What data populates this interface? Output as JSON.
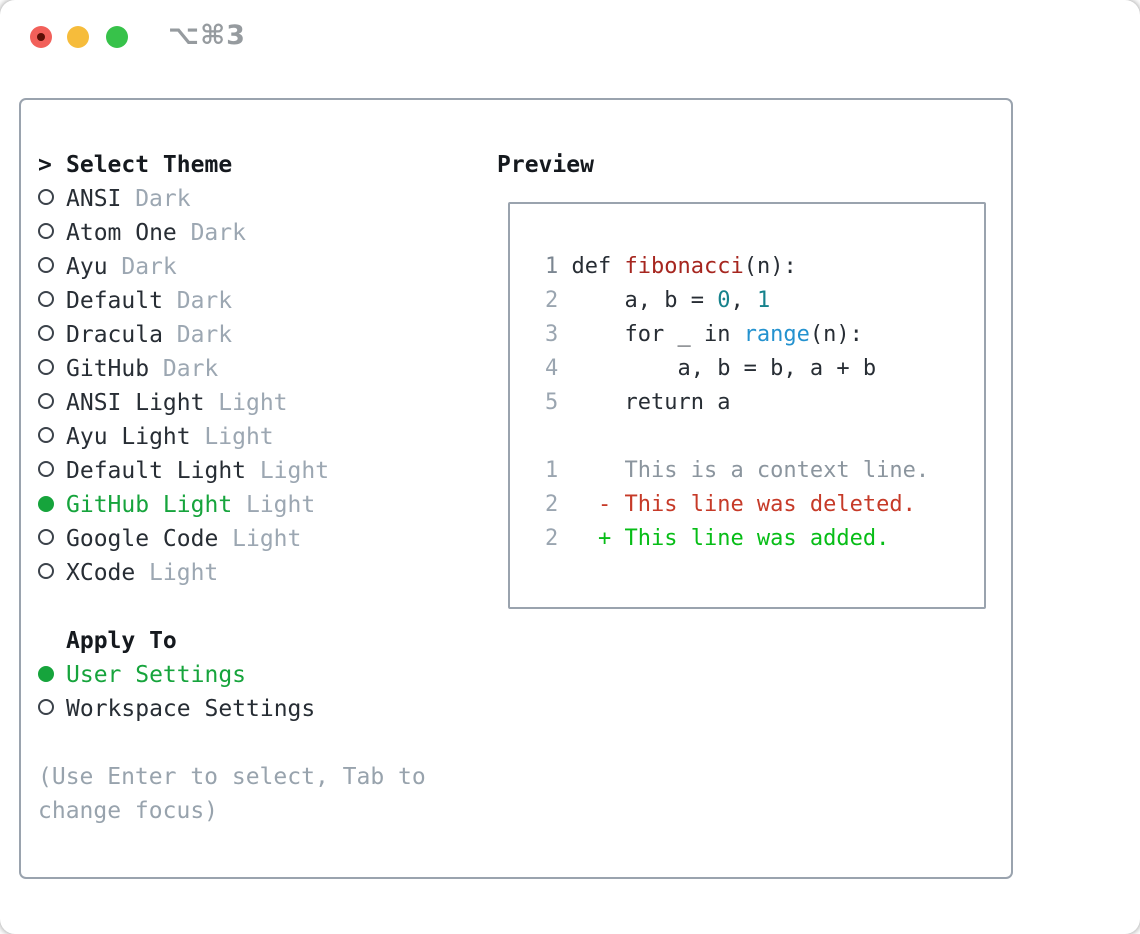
{
  "window": {
    "title": "⌥⌘3",
    "traffic_lights": {
      "close": "close",
      "minimize": "minimize",
      "zoom": "zoom"
    }
  },
  "theme_picker": {
    "prompt": ">",
    "heading": "Select Theme",
    "items": [
      {
        "name": "ANSI",
        "tag": "Dark",
        "selected": false
      },
      {
        "name": "Atom One",
        "tag": "Dark",
        "selected": false
      },
      {
        "name": "Ayu",
        "tag": "Dark",
        "selected": false
      },
      {
        "name": "Default",
        "tag": "Dark",
        "selected": false
      },
      {
        "name": "Dracula",
        "tag": "Dark",
        "selected": false
      },
      {
        "name": "GitHub",
        "tag": "Dark",
        "selected": false
      },
      {
        "name": "ANSI Light",
        "tag": "Light",
        "selected": false
      },
      {
        "name": "Ayu Light",
        "tag": "Light",
        "selected": false
      },
      {
        "name": "Default Light",
        "tag": "Light",
        "selected": false
      },
      {
        "name": "GitHub Light",
        "tag": "Light",
        "selected": true
      },
      {
        "name": "Google Code",
        "tag": "Light",
        "selected": false
      },
      {
        "name": "XCode",
        "tag": "Light",
        "selected": false
      }
    ],
    "apply_to": {
      "heading": "Apply To",
      "options": [
        {
          "name": "User Settings",
          "selected": true
        },
        {
          "name": "Workspace Settings",
          "selected": false
        }
      ]
    },
    "hint": "(Use Enter to select, Tab to change focus)"
  },
  "preview": {
    "heading": "Preview",
    "lines": [
      {
        "num": "1",
        "emph": true,
        "tokens": [
          {
            "t": "def ",
            "c": "code"
          },
          {
            "t": "fibonacci",
            "c": "func"
          },
          {
            "t": "(n):",
            "c": "code"
          }
        ]
      },
      {
        "num": "2",
        "emph": false,
        "tokens": [
          {
            "t": "    a, b = ",
            "c": "code"
          },
          {
            "t": "0",
            "c": "num"
          },
          {
            "t": ", ",
            "c": "code"
          },
          {
            "t": "1",
            "c": "num"
          }
        ]
      },
      {
        "num": "3",
        "emph": false,
        "tokens": [
          {
            "t": "    for _ in ",
            "c": "code"
          },
          {
            "t": "range",
            "c": "builtin"
          },
          {
            "t": "(n):",
            "c": "code"
          }
        ]
      },
      {
        "num": "4",
        "emph": false,
        "tokens": [
          {
            "t": "        a, b = b, a + b",
            "c": "code"
          }
        ]
      },
      {
        "num": "5",
        "emph": false,
        "tokens": [
          {
            "t": "    return a",
            "c": "code"
          }
        ]
      },
      {
        "num": "",
        "emph": false,
        "tokens": []
      },
      {
        "num": "1",
        "emph": false,
        "tokens": [
          {
            "t": "    This is a context line.",
            "c": "context"
          }
        ]
      },
      {
        "num": "2",
        "emph": false,
        "tokens": [
          {
            "t": "  - This line was deleted.",
            "c": "del"
          }
        ]
      },
      {
        "num": "2",
        "emph": false,
        "tokens": [
          {
            "t": "  + This line was added.",
            "c": "add"
          }
        ]
      }
    ]
  },
  "colors": {
    "selection_green": "#16a43c",
    "added_green": "#07bd17",
    "deleted_red": "#c63a28",
    "function_red": "#a6261f",
    "number_teal": "#16828c",
    "builtin_blue": "#2492cf",
    "tag_gray": "#9ca7b2",
    "border_gray": "#9aa3ae"
  }
}
